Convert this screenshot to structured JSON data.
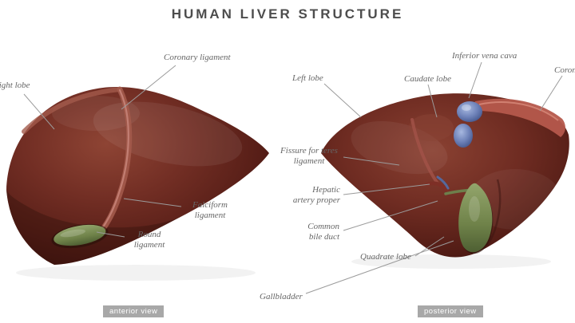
{
  "title": "HUMAN LIVER STRUCTURE",
  "colors": {
    "liver_base": "#6f2c22",
    "liver_dark": "#40130e",
    "liver_highlight": "#8e4434",
    "ligament_pink": "#b5594c",
    "gallbladder_green": "#6f8249",
    "vena_cava_blue": "#6d81b8",
    "label_text": "#666666",
    "leader_line": "#9b9b9b",
    "badge_background": "#a8a8a8",
    "title_text": "#4d4d4d"
  },
  "anterior": {
    "view_badge": "anterior view",
    "labels": {
      "right_lobe": "Right lobe",
      "coronary_ligament": "Coronary ligament",
      "falciform_ligament": "Falciform\nligament",
      "round_ligament": "Round\nligament",
      "gallbladder": "Gallbladder"
    }
  },
  "posterior": {
    "view_badge": "posterior view",
    "labels": {
      "left_lobe": "Left lobe",
      "caudate_lobe": "Caudate lobe",
      "inferior_vena_cava": "Inferior vena cava",
      "coronary_ligament": "Coronary ligament",
      "fissure_for_teres_ligament": "Fissure for teres\nligament",
      "hepatic_artery_proper": "Hepatic\nartery proper",
      "common_bile_duct": "Common\nbile duct",
      "quadrate_lobe": "Quadrate lobe"
    }
  }
}
